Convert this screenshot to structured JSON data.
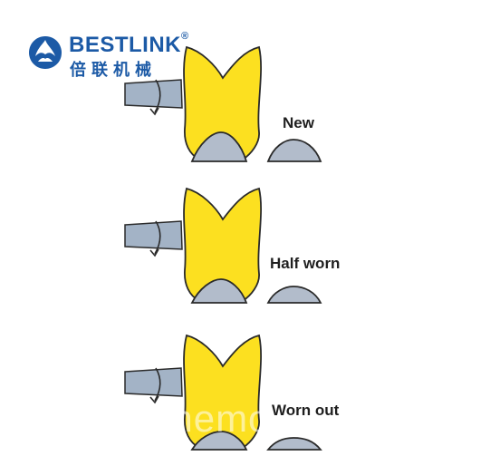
{
  "logo": {
    "name": "BESTLINK",
    "registered": "®",
    "chinese": "倍联机械",
    "brand_color": "#1c5aa6"
  },
  "stages": [
    {
      "label": "New"
    },
    {
      "label": "Half worn"
    },
    {
      "label": "Worn out"
    }
  ],
  "watermark": "bnemo",
  "colors": {
    "body_yellow": "#fce020",
    "outline": "#2a2a2a",
    "shaft": "#a3b3c6",
    "button": "#b2bccb"
  }
}
